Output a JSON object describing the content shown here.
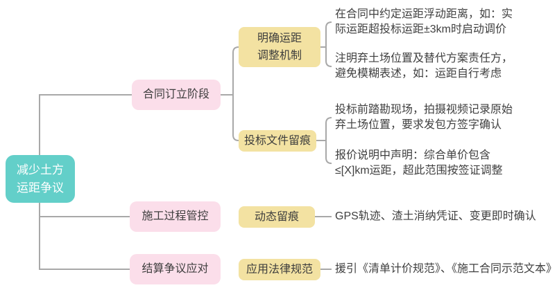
{
  "colors": {
    "root_fill": "#63cfc9",
    "branch_fill": "#fbdeea",
    "sub_fill": "#f3e2a2",
    "connector": "#a8a8a8",
    "root_text": "#ffffff",
    "node_text": "#3d3d3d"
  },
  "mindmap": {
    "root": {
      "lines": [
        "减少土方",
        "运距争议"
      ]
    },
    "branches": [
      {
        "label": "合同订立阶段",
        "children": [
          {
            "lines": [
              "明确运距",
              "调整机制"
            ],
            "leaves": [
              {
                "lines": [
                  "在合同中约定运距浮动距离，如：实",
                  "际运距超投标运距±3km时启动调价"
                ]
              },
              {
                "lines": [
                  "注明弃土场位置及替代方案责任方，",
                  "避免模糊表述，如：运距自行考虑"
                ]
              }
            ]
          },
          {
            "lines": [
              "投标文件留痕"
            ],
            "leaves": [
              {
                "lines": [
                  "投标前踏勘现场，拍摄视频记录原始",
                  "弃土场位置，要求发包方签字确认"
                ]
              },
              {
                "lines": [
                  "报价说明中声明：综合单价包含",
                  "≤[X]km运距，超此范围按签证调整"
                ]
              }
            ]
          }
        ]
      },
      {
        "label": "施工过程管控",
        "children": [
          {
            "lines": [
              "动态留痕"
            ],
            "leaves": [
              {
                "lines": [
                  "GPS轨迹、渣土消纳凭证、变更即时确认"
                ]
              }
            ]
          }
        ]
      },
      {
        "label": "结算争议应对",
        "children": [
          {
            "lines": [
              "应用法律规范"
            ],
            "leaves": [
              {
                "lines": [
                  "援引《清单计价规范》、《施工合同示范文本》"
                ]
              }
            ]
          }
        ]
      }
    ]
  }
}
